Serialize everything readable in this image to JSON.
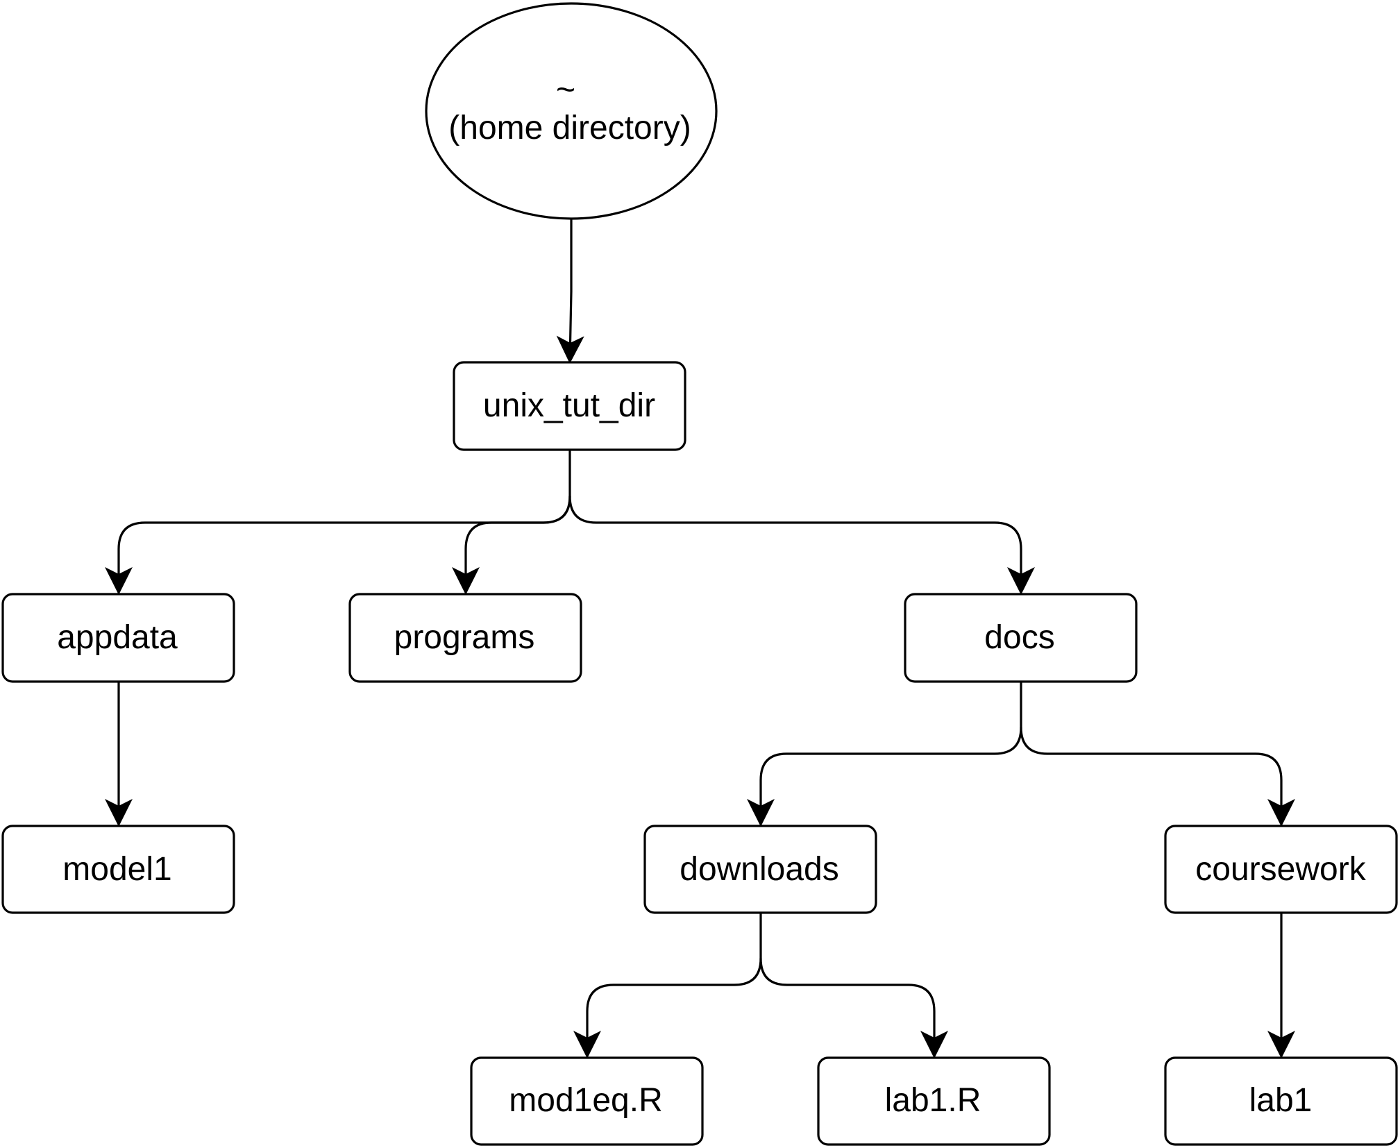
{
  "diagram": {
    "root": {
      "symbol": "~",
      "caption": "(home directory)"
    },
    "nodes": {
      "unix_tut_dir": "unix_tut_dir",
      "appdata": "appdata",
      "programs": "programs",
      "docs": "docs",
      "model1": "model1",
      "downloads": "downloads",
      "coursework": "coursework",
      "mod1eq": "mod1eq.R",
      "lab1r": "lab1.R",
      "lab1": "lab1"
    }
  },
  "colors": {
    "stroke": "#000000",
    "fill": "#ffffff",
    "text": "#000000"
  }
}
